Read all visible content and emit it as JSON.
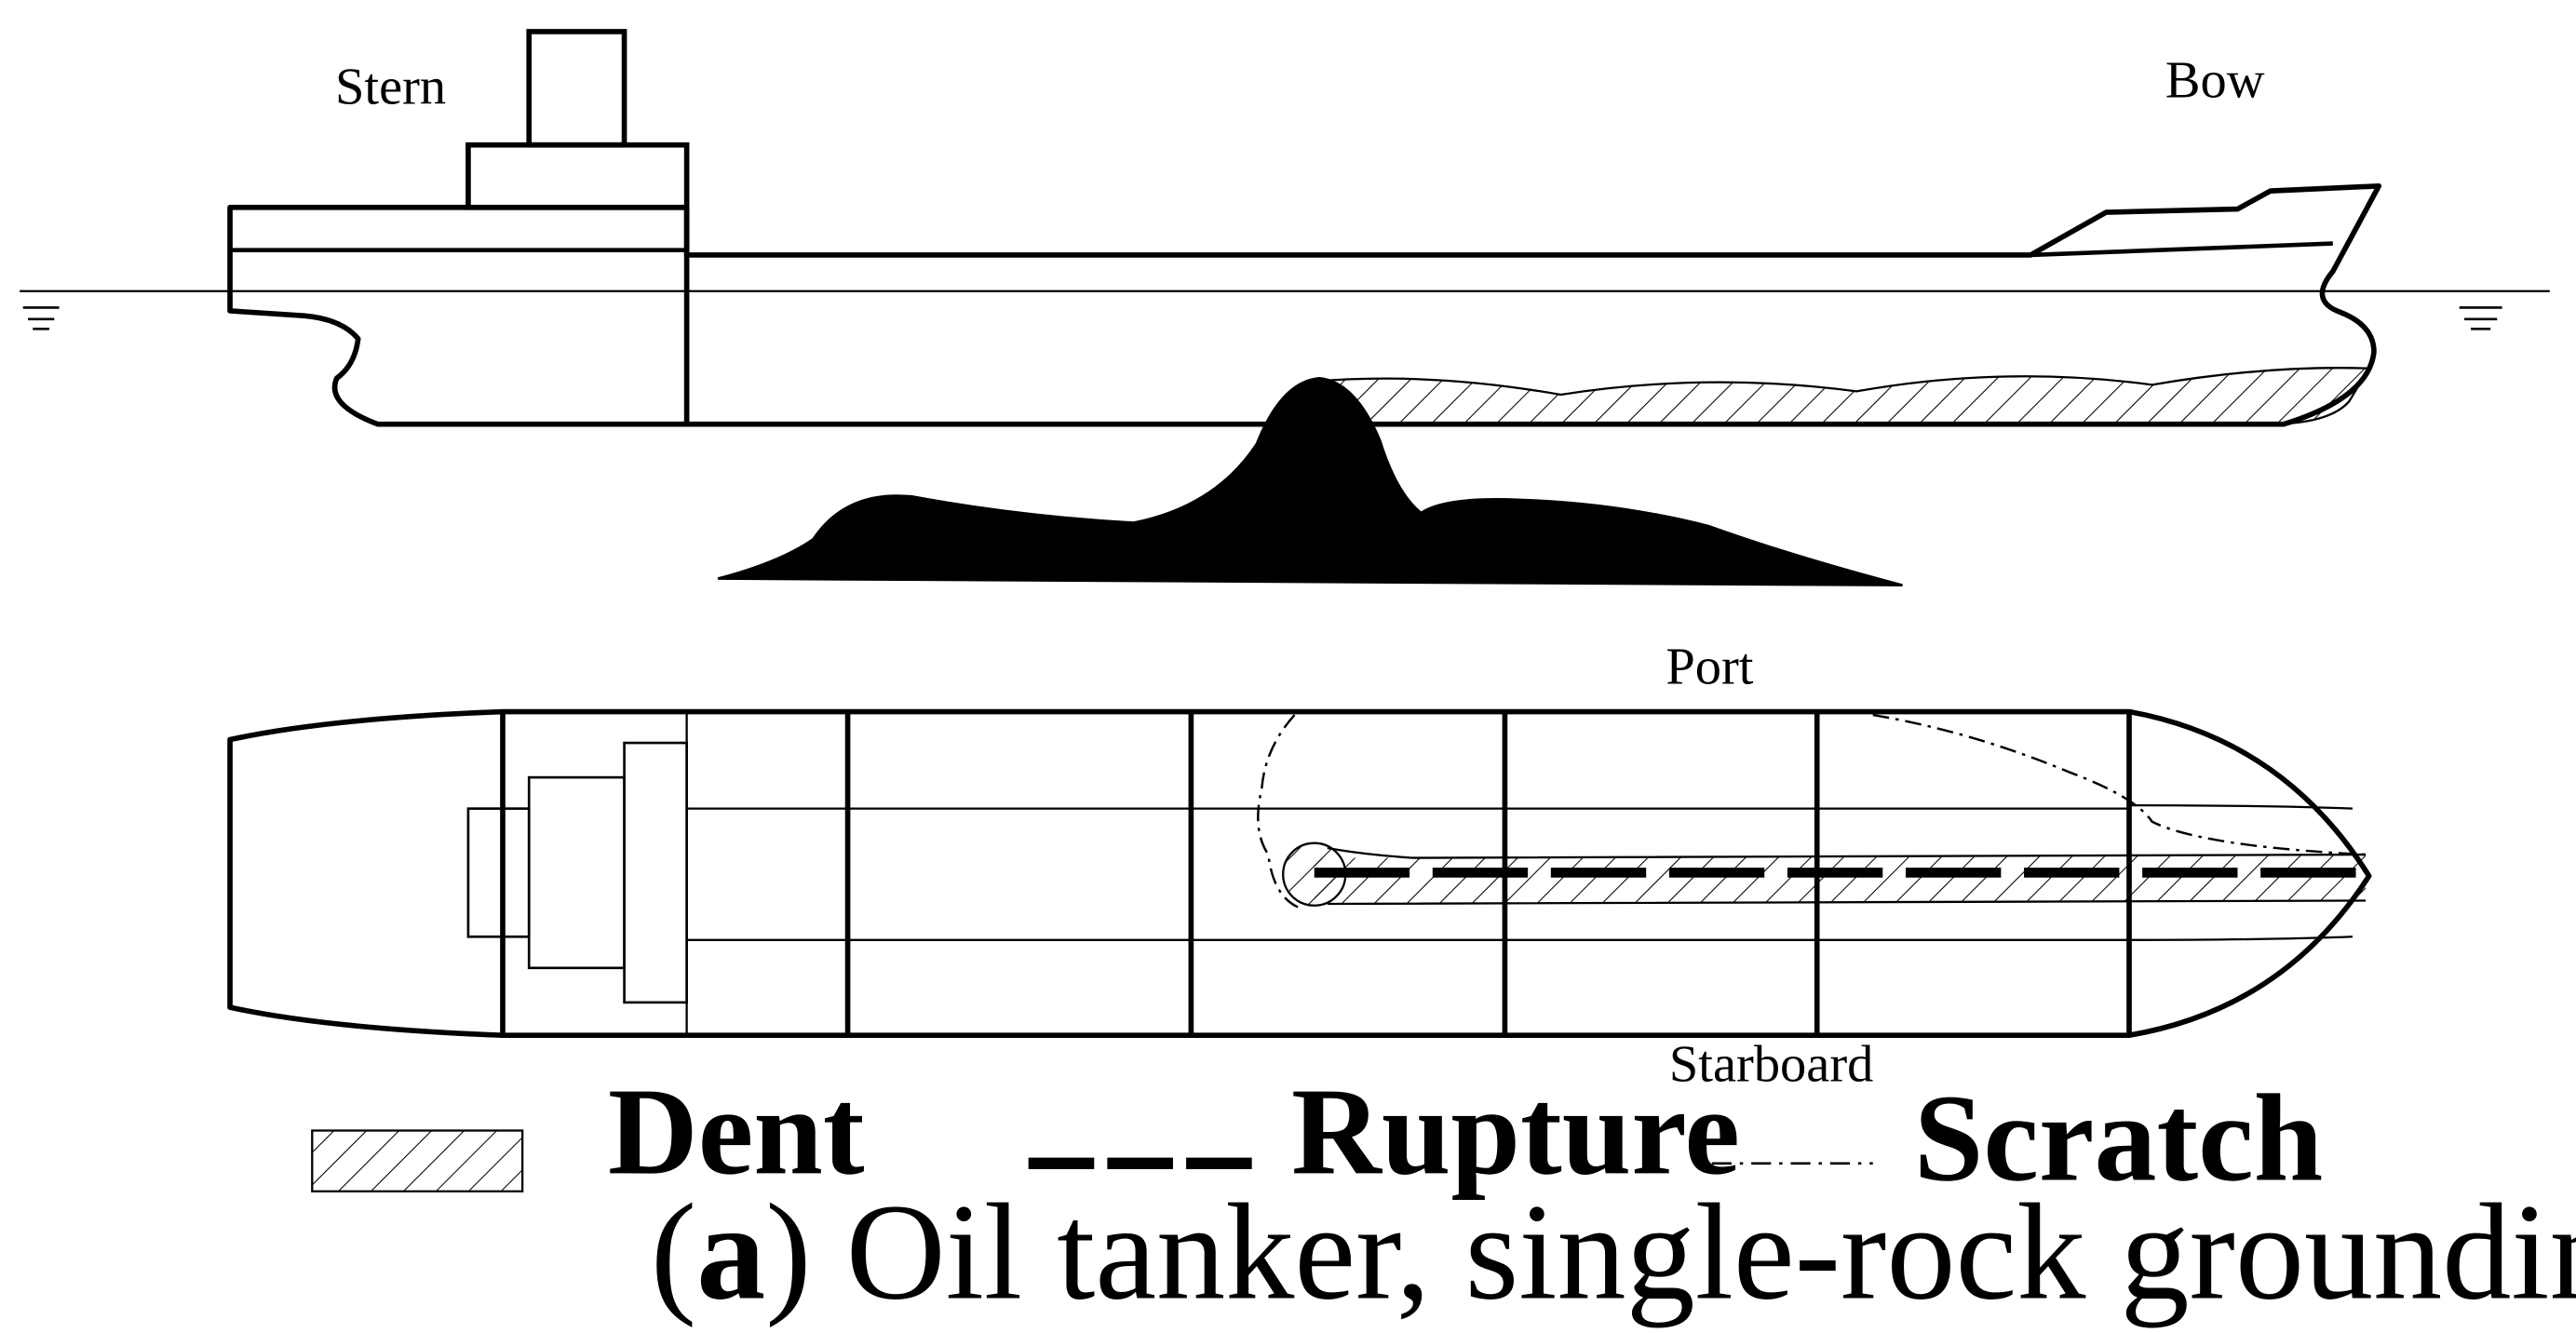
{
  "labels": {
    "stern": "Stern",
    "bow": "Bow",
    "port": "Port",
    "starboard": "Starboard"
  },
  "legend": {
    "dent": "Dent",
    "rupture": "Rupture",
    "scratch": "Scratch"
  },
  "caption": {
    "letter": "a",
    "text": " Oil tanker, single-rock grounding."
  },
  "colors": {
    "line": "#000000",
    "background": "#ffffff"
  }
}
